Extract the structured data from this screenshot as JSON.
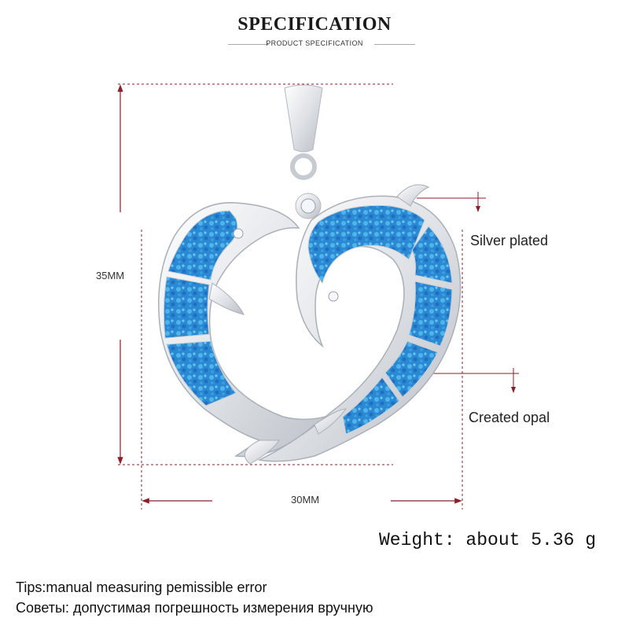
{
  "header": {
    "title": "SPECIFICATION",
    "subtitle": "PRODUCT SPECIFICATION"
  },
  "dimensions": {
    "height": "35MM",
    "width": "30MM"
  },
  "callouts": {
    "silver": "Silver plated",
    "opal": "Created opal"
  },
  "weight": "Weight: about 5.36 g",
  "tips": {
    "english": "Tips:manual measuring pemissible error",
    "russian": "Советы: допустимая погрешность измерения вручную"
  },
  "colors": {
    "dimension_line": "#8a1f2a",
    "metal": "#e6e8ec",
    "opal_blue": "#2e8fd6",
    "opal_light": "#4fb4ea"
  }
}
